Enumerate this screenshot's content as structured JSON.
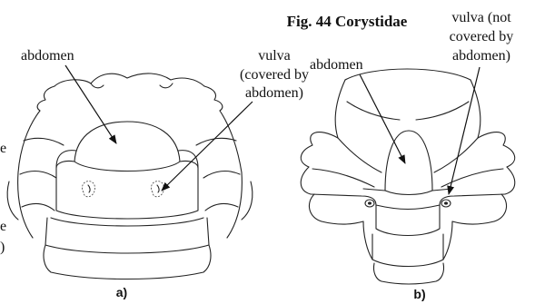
{
  "figure": {
    "title": "Fig. 44   Corystidae"
  },
  "panel_a": {
    "caption": "a)",
    "labels": {
      "abdomen": "abdomen",
      "vulva_line1": "vulva",
      "vulva_line2": "(covered by",
      "vulva_line3": "abdomen)"
    }
  },
  "panel_b": {
    "caption": "b)",
    "labels": {
      "abdomen": "abdomen",
      "vulva_line1": "vulva (not",
      "vulva_line2": "covered by",
      "vulva_line3": "abdomen)"
    }
  },
  "margin_fragments": [
    "e",
    "e",
    ")"
  ]
}
